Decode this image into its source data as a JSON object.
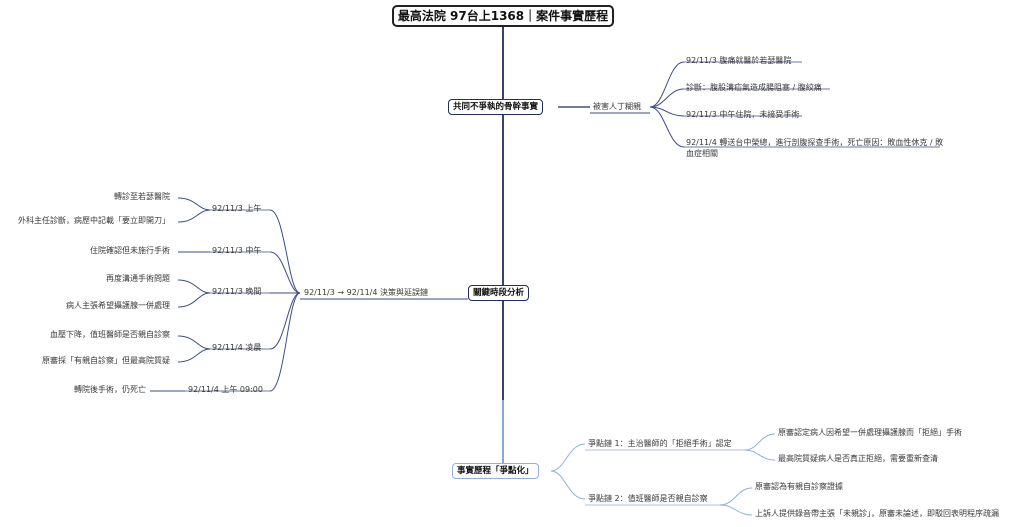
{
  "root": {
    "title": "最高法院 97台上1368｜案件事實歷程"
  },
  "branch_a": {
    "label": "共同不爭執的骨幹事實",
    "sub": "被害人丁糊親",
    "leaves": [
      "92/11/3 腹痛就醫於若瑟醫院",
      "診斷：腹股溝疝氣造成腸阻塞 / 腹絞痛",
      "92/11/3 中午住院，未接受手術",
      "92/11/4 轉送台中榮總，進行剖腹探查手術，死亡原因：敗血性休克 / 敗血症相關"
    ]
  },
  "branch_b": {
    "label": "關鍵時段分析",
    "sub": "92/11/3 → 92/11/4 決策與延誤鏈",
    "groups": [
      {
        "label": "92/11/3 上午",
        "leaves": [
          "轉診至若瑟醫院",
          "外科主任診斷，病歷中記載「要立即開刀」"
        ]
      },
      {
        "label": "92/11/3 中午",
        "leaves": [
          "住院確認但未施行手術"
        ]
      },
      {
        "label": "92/11/3 晚間",
        "leaves": [
          "再度溝通手術問題",
          "病人主張希望攝護腺一併處理"
        ]
      },
      {
        "label": "92/11/4 凌晨",
        "leaves": [
          "血壓下降，值班醫師是否親自診察",
          "原審採「有親自診察」但最高院質疑"
        ]
      },
      {
        "label": "92/11/4 上午 09:00",
        "leaves": [
          "轉院後手術，仍死亡"
        ]
      }
    ]
  },
  "branch_c": {
    "label": "事實歷程「爭點化」",
    "issues": [
      {
        "label": "爭點鏈 1：主治醫師的「拒絕手術」認定",
        "leaves": [
          "原審認定病人因希望一併處理攝護腺而「拒絕」手術",
          "最高院質疑病人是否真正拒絕，需要重新查清"
        ]
      },
      {
        "label": "爭點鏈 2：值班醫師是否親自診察",
        "leaves": [
          "原審認為有親自診察證據",
          "上訴人提供錄音帶主張「未親診」，原審未論述，即駁回表明程序疏漏"
        ]
      }
    ]
  },
  "colors": {
    "dark": "#232f5a",
    "mid": "#3e4b8a",
    "light": "#8fb0e0"
  }
}
